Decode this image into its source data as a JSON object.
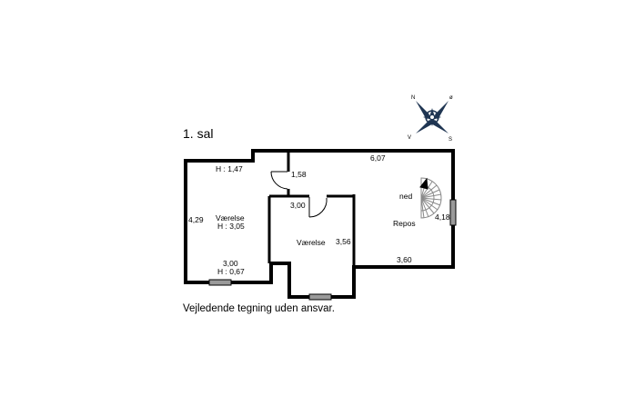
{
  "floor_title": "1. sal",
  "disclaimer": "Vejledende tegning uden ansvar.",
  "compass": {
    "n": "N",
    "o": "ø",
    "s": "S",
    "v": "V"
  },
  "rooms": {
    "left": {
      "name": "Værelse",
      "height_top": "H : 1,47",
      "height_mid": "H : 3,05",
      "height_bottom": "H : 0,67",
      "width_bottom": "3,00",
      "depth": "4,29"
    },
    "middle": {
      "name": "Værelse",
      "width_top": "3,00",
      "depth": "3,56"
    },
    "right": {
      "name": "Repos",
      "width_top": "6,07",
      "depth": "4,18",
      "width_bottom": "3,60",
      "stair_label": "ned"
    },
    "hall": {
      "dim": "1,58"
    }
  },
  "colors": {
    "wall": "#000000",
    "window": "#9a9a9a",
    "stair": "#8a8a8a",
    "compass": "#1f3552"
  }
}
